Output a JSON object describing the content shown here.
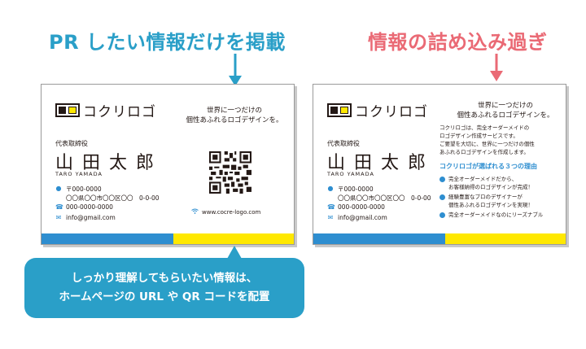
{
  "headings": {
    "good": "PR したい情報だけを掲載",
    "bad": "情報の詰め込み過ぎ"
  },
  "colors": {
    "accent_blue": "#2a9fc8",
    "accent_pink": "#ea6a75",
    "stripe_blue": "#2e8ed0",
    "stripe_yellow": "#ffe800"
  },
  "logo_text": "コクリロゴ",
  "card_person": {
    "role": "代表取締役",
    "name": "山田太郎",
    "romaji": "TARO YAMADA",
    "postal": "〒000-0000",
    "address": "〇〇県〇〇市〇〇区〇〇　0-0-00",
    "phone": "000-0000-0000",
    "email": "info@gmail.com"
  },
  "card_left": {
    "catch_line1": "世界に一つだけの",
    "catch_line2": "個性あふれるロゴデザインを。",
    "website": "www.cocre-logo.com",
    "qr_icon": "qr-code-icon"
  },
  "card_right": {
    "catch_line1": "世界に一つだけの",
    "catch_line2": "個性あふれるロゴデザインを。",
    "desc_lines": [
      "コクリロゴは、完全オーダーメイドの",
      "ロゴデザイン作成サービスです。",
      "ご要望を大切に、世界に一つだけの個性",
      "あふれるロゴデザインを作成します。"
    ],
    "reasons_title": "コクリロゴが選ばれる３つの理由",
    "reasons": [
      {
        "line1": "完全オーダーメイドだから、",
        "line2": "お客様納得のロゴデザインが完成！"
      },
      {
        "line1": "経験豊富なプロのデザイナーが",
        "line2": "個性あふれるロゴデザインを実現！"
      },
      {
        "line1": "完全オーダーメイドなのにリーズナブル",
        "line2": ""
      }
    ]
  },
  "callout": {
    "line1": "しっかり理解してもらいたい情報は、",
    "line2": "ホームページの URL や QR コードを配置"
  }
}
